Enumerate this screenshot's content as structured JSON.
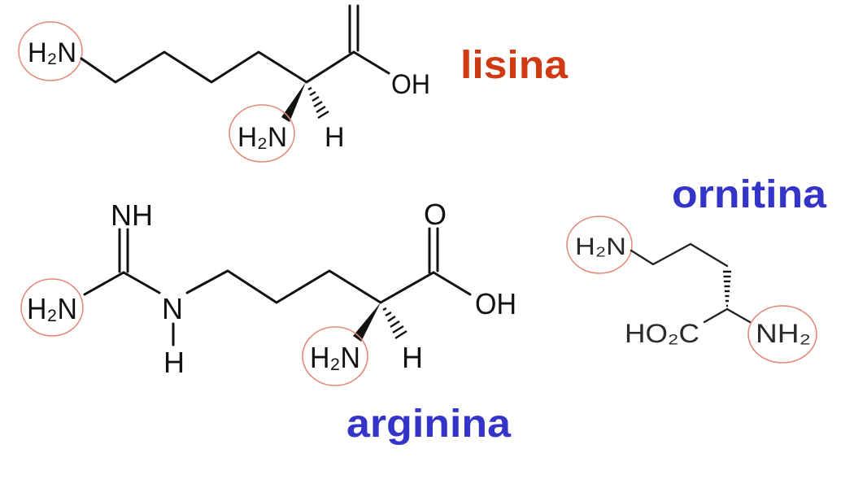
{
  "colors": {
    "lysine_label": "#d03a12",
    "blue_label": "#3434c8",
    "amine_circle": "#e38a7a",
    "bond": "#111111",
    "background": "#ffffff"
  },
  "molecules": {
    "lysine": {
      "name": "lisina",
      "atoms": {
        "terminal_amine": "H₂N",
        "alpha_amine": "H₂N",
        "alpha_h": "H",
        "hydroxyl": "OH"
      }
    },
    "arginine": {
      "name": "arginina",
      "atoms": {
        "imine": "NH",
        "terminal_amine": "H₂N",
        "guanidino_n": "N",
        "guanidino_nh_h": "H",
        "alpha_amine": "H₂N",
        "alpha_h": "H",
        "carbonyl_o": "O",
        "hydroxyl": "OH"
      }
    },
    "ornithine": {
      "name": "ornitina",
      "atoms": {
        "terminal_amine": "H₂N",
        "carboxyl": "HO₂C",
        "alpha_amine": "NH₂"
      }
    }
  }
}
